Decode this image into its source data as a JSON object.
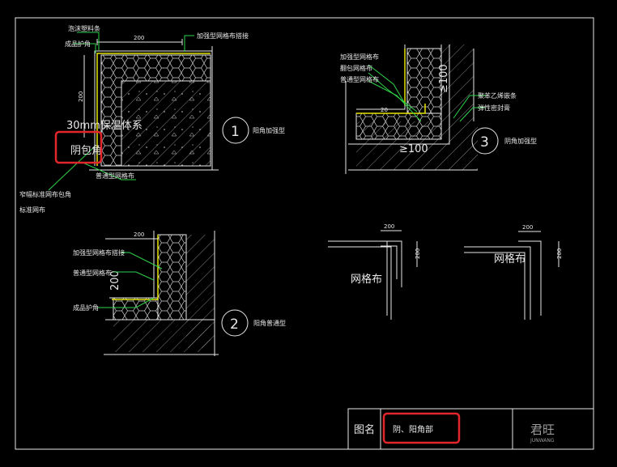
{
  "colors": {
    "background": "#000000",
    "line": "#e8e8e8",
    "leader": "#2fd24a",
    "mesh": "#e6e600",
    "highlight": "#e3262b"
  },
  "detail1": {
    "labels": {
      "foam_strip": "泡沫塑料条",
      "finished_protector": "成品护角",
      "reinforced_mesh_joint": "加强型网格布搭接",
      "dim_top": "200",
      "dim_side": "200",
      "thickness": "30mm保温体系",
      "yin_wrap": "阴包角",
      "standard_mesh": "普通型网格布",
      "wide_mesh_line1": "窄幅标准网布包角",
      "wide_mesh_line2": "标准网布"
    },
    "number": "1",
    "caption": "阳角加强型"
  },
  "detail2": {
    "labels": {
      "dim_top": "200",
      "reinforced_mesh_joint": "加强型网格布搭接",
      "standard_mesh": "普通型网格布",
      "dim_side": "200",
      "finished_protector": "成品护角"
    },
    "number": "2",
    "caption": "阳角普通型"
  },
  "detail3": {
    "labels": {
      "reinforced_mesh": "加强型网格布",
      "mesh_wrap": "翻包网格布",
      "standard_mesh": "普通型网格布",
      "dim_100_a": "≥100",
      "dim_20": "20",
      "dim_100_b": "≥100",
      "sealant": "聚苯乙烯嵌条",
      "caulk": "弹性密封膏"
    },
    "number": "3",
    "caption": "阴角加强型"
  },
  "sketches": {
    "left": {
      "dim_top": "200",
      "dim_side": "200",
      "label": "网格布"
    },
    "right": {
      "dim_top": "200",
      "dim_side": "200",
      "label": "网格布"
    }
  },
  "title_block": {
    "name_label": "图名",
    "name_value": "阴、阳角部",
    "logo_text": "君旺",
    "logo_sub": "JUNWANG"
  }
}
